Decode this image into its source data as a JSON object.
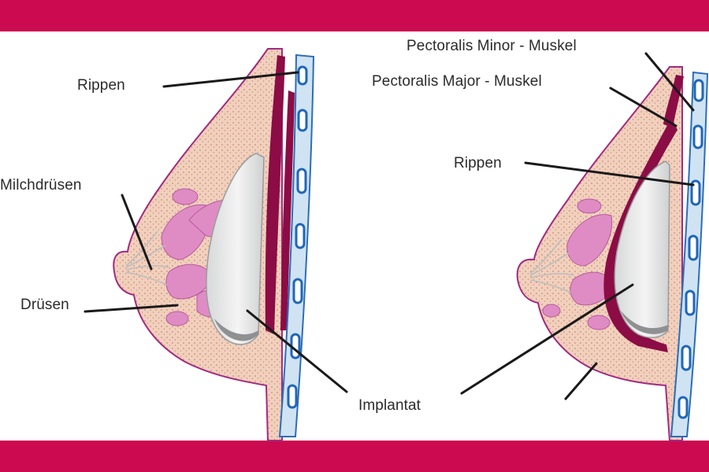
{
  "diagram": {
    "colors": {
      "band": "#cc0a4f",
      "skin_outline": "#a22a82",
      "fat": "#f1d0bd",
      "fat_dots": "#c88e74",
      "gland": "#df8cc5",
      "muscle": "#8c0c45",
      "rib_fill": "#cfe3f3",
      "rib_outline": "#2d6db7",
      "implant": "#e4e5e6",
      "implant_shadow": "#8f9092",
      "leader": "#1a1a1a"
    },
    "left_panel": {
      "labels": {
        "ribs": "Rippen",
        "milk_glands": "Milchdrüsen",
        "glands": "Drüsen"
      }
    },
    "right_panel": {
      "labels": {
        "pectoralis_minor": "Pectoralis Minor - Muskel",
        "pectoralis_major": "Pectoralis Major - Muskel",
        "ribs": "Rippen"
      }
    },
    "shared_labels": {
      "implant": "Implantat"
    }
  }
}
